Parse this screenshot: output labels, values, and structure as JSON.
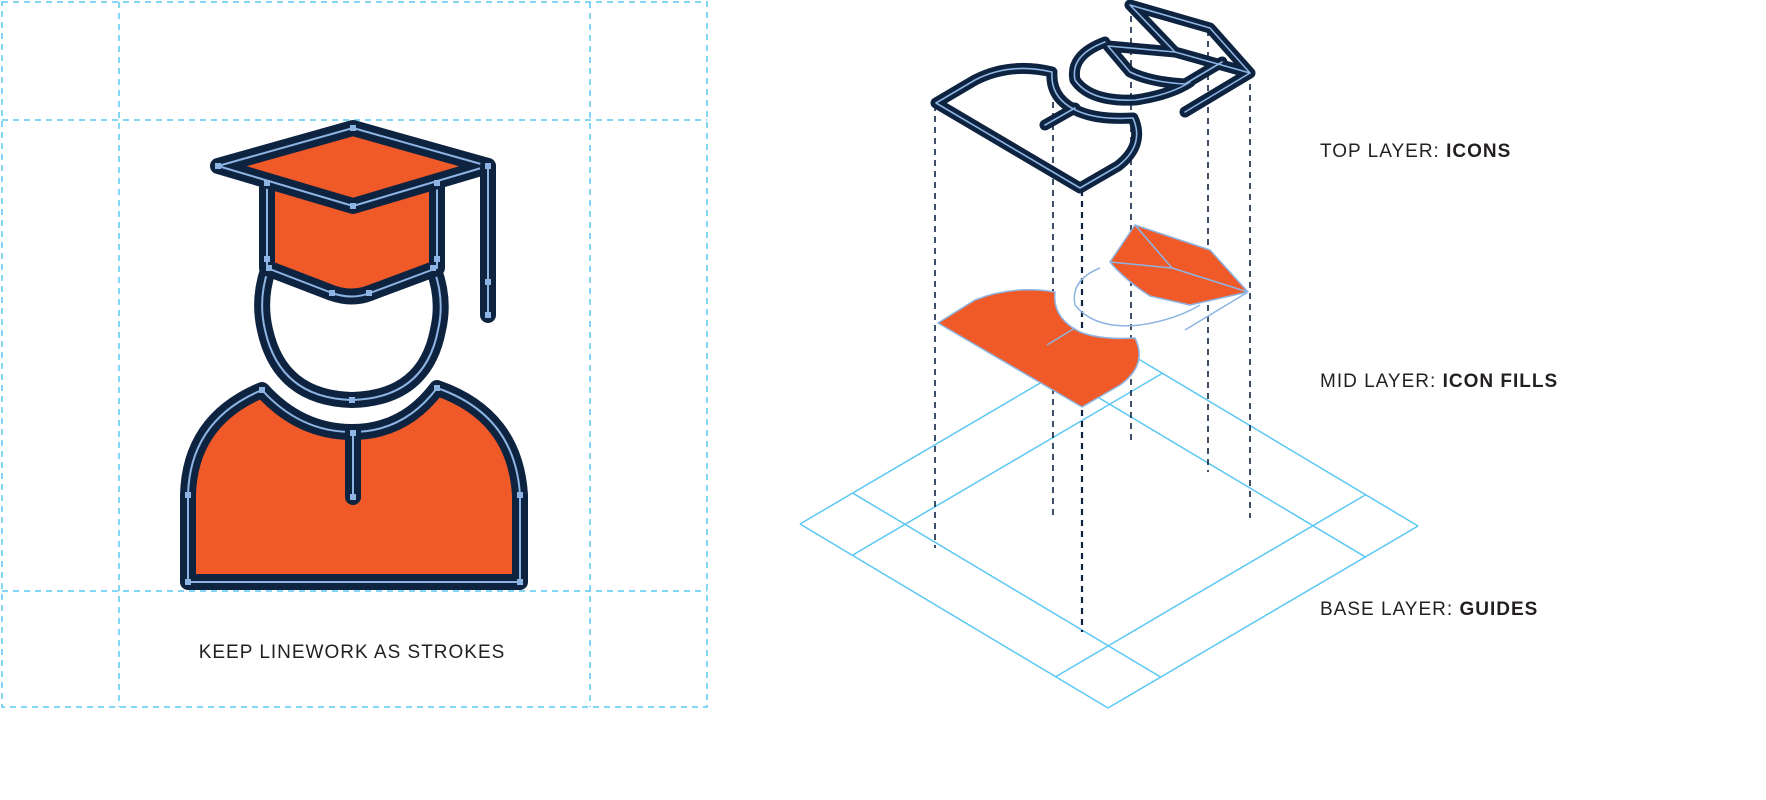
{
  "left_panel": {
    "caption": "KEEP LINEWORK AS STROKES"
  },
  "layers": [
    {
      "prefix": "TOP LAYER: ",
      "name": "ICONS"
    },
    {
      "prefix": "MID LAYER: ",
      "name": "ICON FILLS"
    },
    {
      "prefix": "BASE LAYER: ",
      "name": "GUIDES"
    }
  ],
  "colors": {
    "fill": "#f05a28",
    "stroke": "#0e2340",
    "anchor": "#8db4e2",
    "guide": "#5cc8f2"
  },
  "icon": "graduate-icon"
}
